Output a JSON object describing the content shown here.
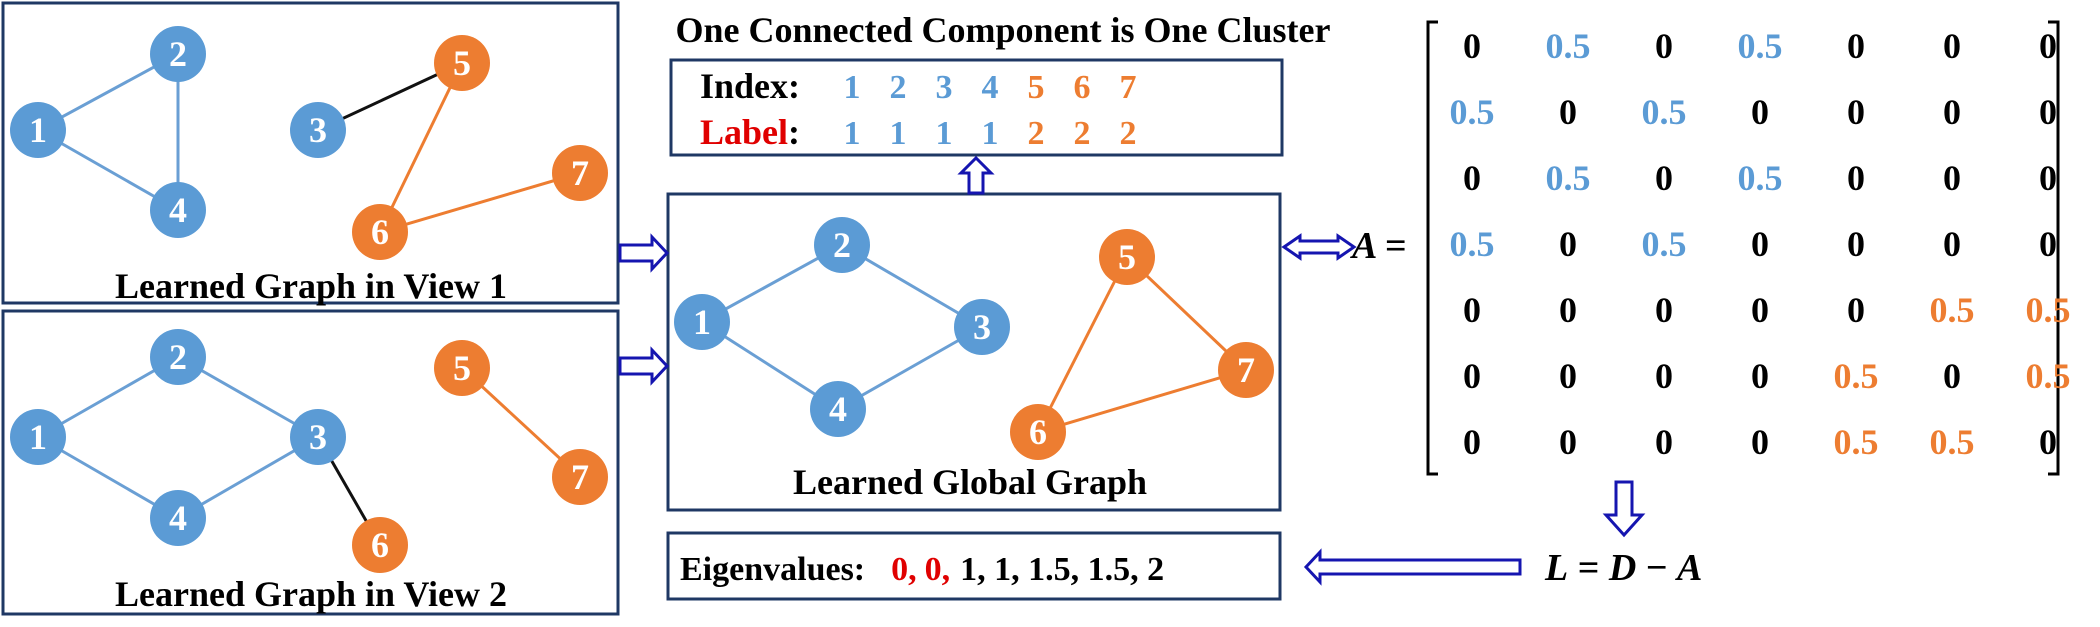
{
  "colors": {
    "blue": "#5b9bd5",
    "orange": "#ed7d31",
    "edge_blue": "#6a9fd4",
    "frame": "#1f3864",
    "arrow": "#1515b0",
    "red": "#e00000"
  },
  "title": "One Connected Component is One Cluster",
  "view1": {
    "caption": "Learned Graph in View 1",
    "nodes": [
      {
        "id": "1",
        "color": "blue"
      },
      {
        "id": "2",
        "color": "blue"
      },
      {
        "id": "3",
        "color": "blue"
      },
      {
        "id": "4",
        "color": "blue"
      },
      {
        "id": "5",
        "color": "orange"
      },
      {
        "id": "6",
        "color": "orange"
      },
      {
        "id": "7",
        "color": "orange"
      }
    ],
    "edges": [
      [
        "1",
        "2"
      ],
      [
        "1",
        "4"
      ],
      [
        "2",
        "4"
      ],
      [
        "3",
        "5"
      ],
      [
        "5",
        "6"
      ],
      [
        "6",
        "7"
      ]
    ]
  },
  "view2": {
    "caption": "Learned Graph in View 2",
    "nodes": [
      {
        "id": "1",
        "color": "blue"
      },
      {
        "id": "2",
        "color": "blue"
      },
      {
        "id": "3",
        "color": "blue"
      },
      {
        "id": "4",
        "color": "blue"
      },
      {
        "id": "5",
        "color": "orange"
      },
      {
        "id": "6",
        "color": "orange"
      },
      {
        "id": "7",
        "color": "orange"
      }
    ],
    "edges": [
      [
        "1",
        "2"
      ],
      [
        "2",
        "3"
      ],
      [
        "1",
        "4"
      ],
      [
        "4",
        "3"
      ],
      [
        "3",
        "6"
      ],
      [
        "5",
        "7"
      ]
    ]
  },
  "global": {
    "caption": "Learned Global Graph",
    "nodes": [
      {
        "id": "1",
        "color": "blue"
      },
      {
        "id": "2",
        "color": "blue"
      },
      {
        "id": "3",
        "color": "blue"
      },
      {
        "id": "4",
        "color": "blue"
      },
      {
        "id": "5",
        "color": "orange"
      },
      {
        "id": "6",
        "color": "orange"
      },
      {
        "id": "7",
        "color": "orange"
      }
    ],
    "edges": [
      [
        "1",
        "2"
      ],
      [
        "2",
        "3"
      ],
      [
        "1",
        "4"
      ],
      [
        "4",
        "3"
      ],
      [
        "5",
        "6"
      ],
      [
        "5",
        "7"
      ],
      [
        "6",
        "7"
      ]
    ]
  },
  "index_label": {
    "index_title": "Index",
    "label_title": "Label",
    "colon": ":",
    "indices": [
      "1",
      "2",
      "3",
      "4",
      "5",
      "6",
      "7"
    ],
    "labels": [
      "1",
      "1",
      "1",
      "1",
      "2",
      "2",
      "2"
    ],
    "colors": [
      "blue",
      "blue",
      "blue",
      "blue",
      "orange",
      "orange",
      "orange"
    ]
  },
  "matrix": {
    "symbol": "A",
    "equals": "=",
    "rows": [
      [
        "0",
        "0.5",
        "0",
        "0.5",
        "0",
        "0",
        "0"
      ],
      [
        "0.5",
        "0",
        "0.5",
        "0",
        "0",
        "0",
        "0"
      ],
      [
        "0",
        "0.5",
        "0",
        "0.5",
        "0",
        "0",
        "0"
      ],
      [
        "0.5",
        "0",
        "0.5",
        "0",
        "0",
        "0",
        "0"
      ],
      [
        "0",
        "0",
        "0",
        "0",
        "0",
        "0.5",
        "0.5"
      ],
      [
        "0",
        "0",
        "0",
        "0",
        "0.5",
        "0",
        "0.5"
      ],
      [
        "0",
        "0",
        "0",
        "0",
        "0.5",
        "0.5",
        "0"
      ]
    ],
    "row_colors": [
      "blue",
      "blue",
      "blue",
      "blue",
      "orange",
      "orange",
      "orange"
    ]
  },
  "laplacian": {
    "L": "L",
    "eq": " = ",
    "D": "D",
    "minus": " − ",
    "A": "A"
  },
  "eigen": {
    "label": "Eigenvalues:",
    "zero_values": [
      "0,",
      "0,"
    ],
    "other_values": "1, 1, 1.5, 1.5, 2"
  }
}
